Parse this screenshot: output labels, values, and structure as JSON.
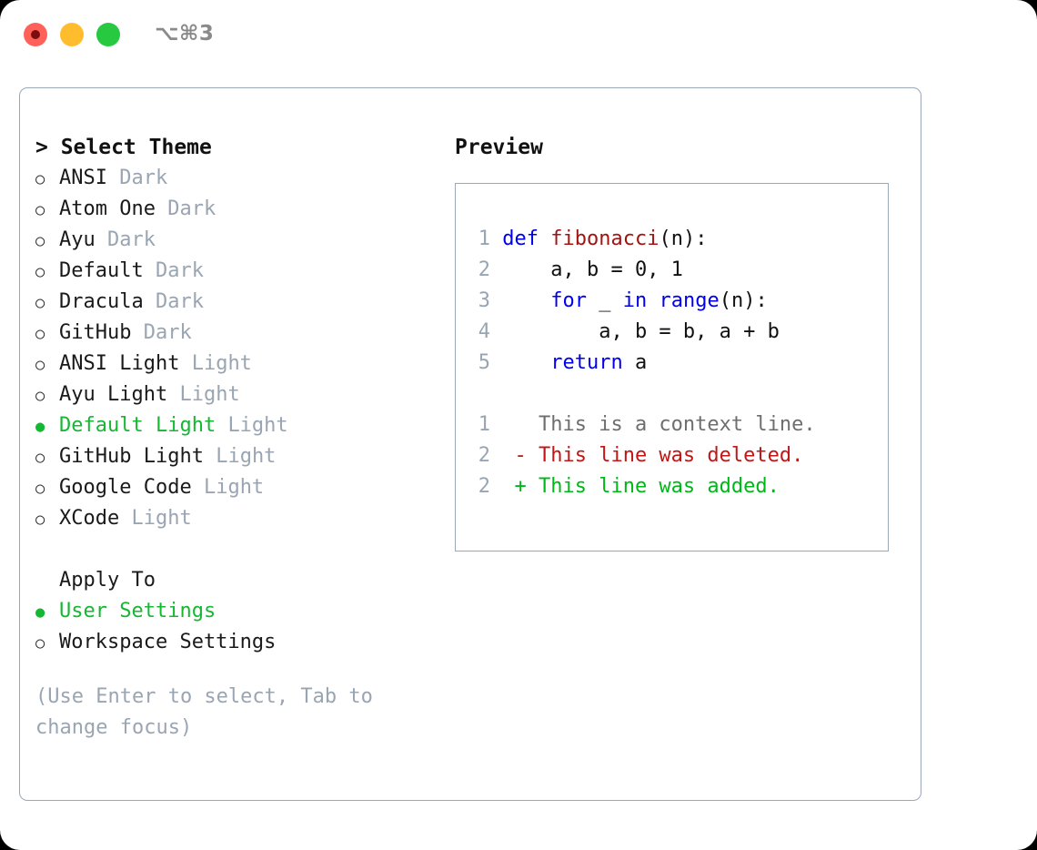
{
  "titlebar": {
    "shortcut": "⌥⌘3",
    "close_label": "close",
    "minimize_label": "minimize",
    "maximize_label": "maximize",
    "colors": {
      "close": "#ff6159",
      "close_dot": "#7a0e0e",
      "minimize": "#ffbd2e",
      "maximize": "#26c940"
    }
  },
  "theme_picker": {
    "header": "> Select Theme",
    "marker_selected": "●",
    "marker_unselected": "○",
    "items": [
      {
        "name": "ANSI",
        "variant": "Dark",
        "selected": false
      },
      {
        "name": "Atom One",
        "variant": "Dark",
        "selected": false
      },
      {
        "name": "Ayu",
        "variant": "Dark",
        "selected": false
      },
      {
        "name": "Default",
        "variant": "Dark",
        "selected": false
      },
      {
        "name": "Dracula",
        "variant": "Dark",
        "selected": false
      },
      {
        "name": "GitHub",
        "variant": "Dark",
        "selected": false
      },
      {
        "name": "ANSI Light",
        "variant": "Light",
        "selected": false
      },
      {
        "name": "Ayu Light",
        "variant": "Light",
        "selected": false
      },
      {
        "name": "Default Light",
        "variant": "Light",
        "selected": true
      },
      {
        "name": "GitHub Light",
        "variant": "Light",
        "selected": false
      },
      {
        "name": "Google Code",
        "variant": "Light",
        "selected": false
      },
      {
        "name": "XCode",
        "variant": "Light",
        "selected": false
      }
    ]
  },
  "apply_to": {
    "title": "Apply To",
    "options": [
      {
        "label": "User Settings",
        "selected": true
      },
      {
        "label": "Workspace Settings",
        "selected": false
      }
    ]
  },
  "hint": "(Use Enter to select, Tab to change focus)",
  "preview": {
    "title": "Preview",
    "code_lines": [
      {
        "num": "1",
        "tokens": [
          {
            "text": "def ",
            "type": "kw"
          },
          {
            "text": "fibonacci",
            "type": "fn"
          },
          {
            "text": "(n):",
            "type": "pl"
          }
        ]
      },
      {
        "num": "2",
        "tokens": [
          {
            "text": "    a, b = 0, 1",
            "type": "pl"
          }
        ]
      },
      {
        "num": "3",
        "tokens": [
          {
            "text": "    ",
            "type": "pl"
          },
          {
            "text": "for",
            "type": "kw"
          },
          {
            "text": " _ ",
            "type": "pl"
          },
          {
            "text": "in",
            "type": "kw"
          },
          {
            "text": " ",
            "type": "pl"
          },
          {
            "text": "range",
            "type": "kw"
          },
          {
            "text": "(n):",
            "type": "pl"
          }
        ]
      },
      {
        "num": "4",
        "tokens": [
          {
            "text": "        a, b = b, a + b",
            "type": "pl"
          }
        ]
      },
      {
        "num": "5",
        "tokens": [
          {
            "text": "    ",
            "type": "pl"
          },
          {
            "text": "return",
            "type": "kw"
          },
          {
            "text": " a",
            "type": "pl"
          }
        ]
      }
    ],
    "diff_lines": [
      {
        "num": "1",
        "sign": " ",
        "text": "This is a context line.",
        "type": "ctx"
      },
      {
        "num": "2",
        "sign": "-",
        "text": "This line was deleted.",
        "type": "del"
      },
      {
        "num": "2",
        "sign": "+",
        "text": "This line was added.",
        "type": "add"
      }
    ]
  },
  "colors": {
    "accent_green": "#14b832",
    "muted": "#9aa5b3",
    "keyword": "#0000ee",
    "function": "#a01414",
    "diff_delete": "#c01616",
    "diff_add": "#00b718",
    "border": "#9aa8b8"
  }
}
